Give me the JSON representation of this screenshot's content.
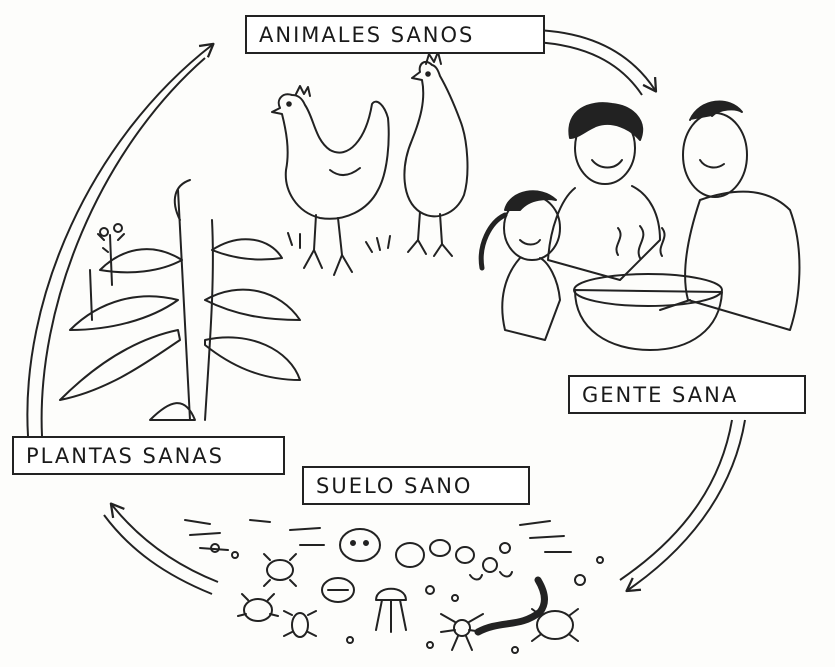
{
  "diagram": {
    "type": "cycle",
    "stages": [
      {
        "id": "animales",
        "label": "ANIMALES SANOS",
        "illustration": "chickens"
      },
      {
        "id": "gente",
        "label": "GENTE SANA",
        "illustration": "family-cooking"
      },
      {
        "id": "suelo",
        "label": "SUELO SANO",
        "illustration": "soil-organisms"
      },
      {
        "id": "plantas",
        "label": "PLANTAS SANAS",
        "illustration": "plants"
      }
    ],
    "arrows": [
      {
        "from": "animales",
        "to": "gente"
      },
      {
        "from": "gente",
        "to": "suelo"
      },
      {
        "from": "suelo",
        "to": "plantas"
      },
      {
        "from": "plantas",
        "to": "animales"
      }
    ]
  },
  "colors": {
    "ink": "#222222",
    "paper": "#fdfdfb",
    "box": "#ffffff"
  }
}
